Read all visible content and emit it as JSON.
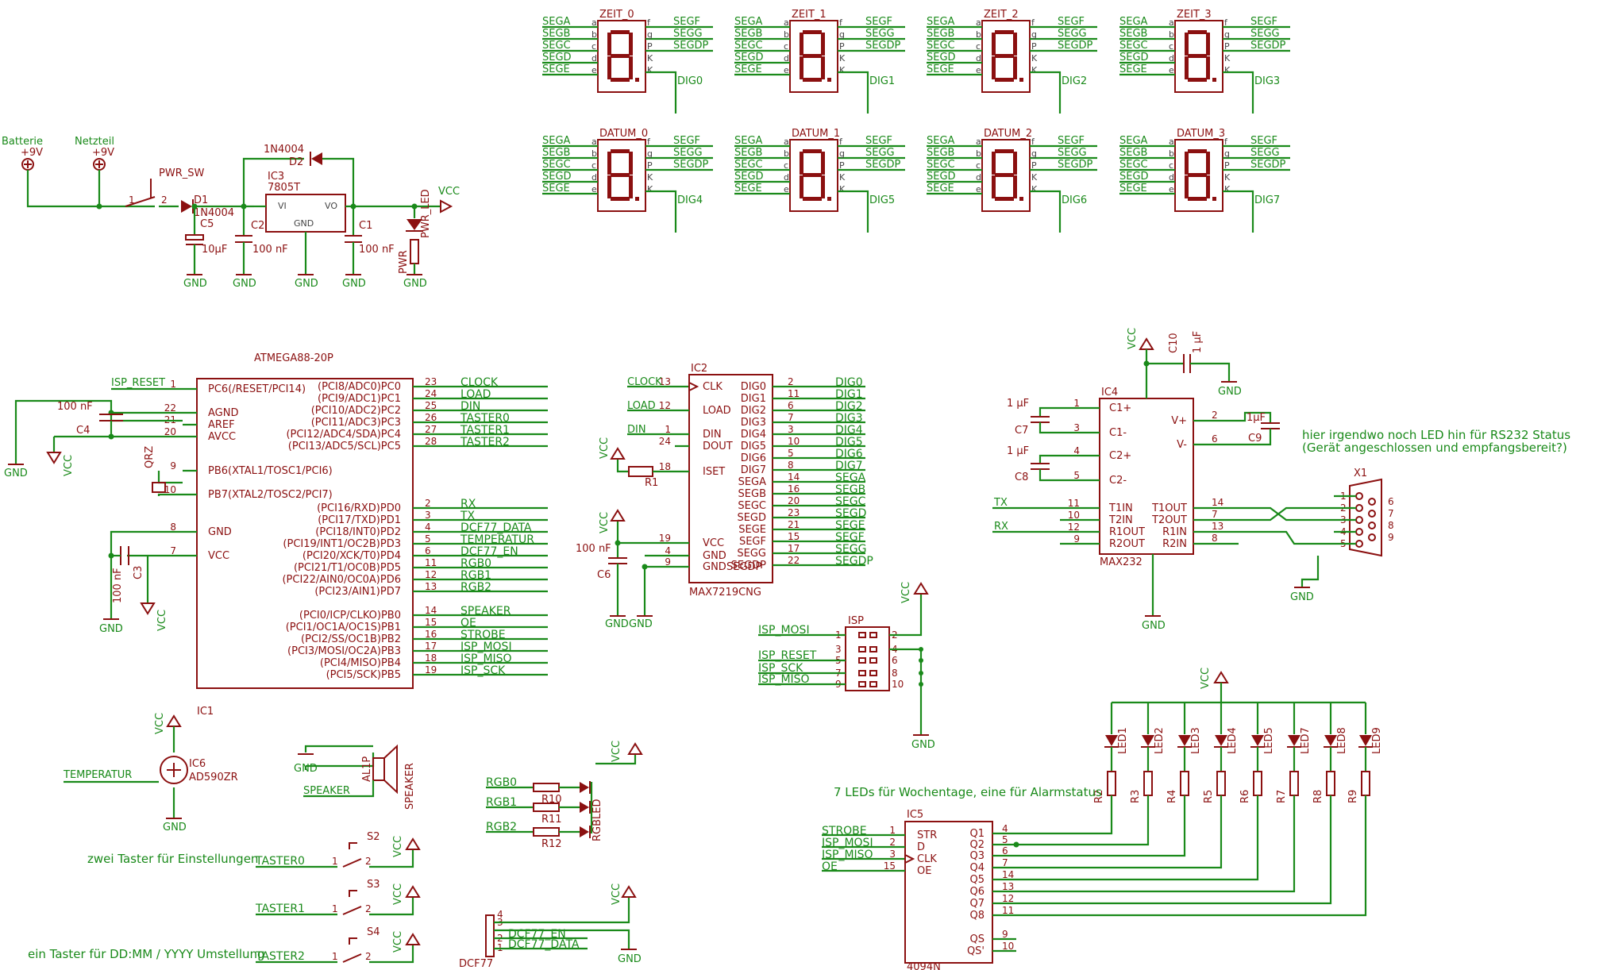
{
  "displays": {
    "segments_left": [
      "SEGA",
      "SEGB",
      "SEGC",
      "SEGD",
      "SEGE"
    ],
    "segments_right": [
      "SEGF",
      "SEGG",
      "SEGDP"
    ],
    "pins_left": [
      "a",
      "b",
      "c",
      "d",
      "e"
    ],
    "pins_right": [
      "f",
      "g",
      "P",
      "K",
      "K"
    ],
    "units": [
      {
        "name": "ZEIT_0",
        "dig": "DIG0"
      },
      {
        "name": "ZEIT_1",
        "dig": "DIG1"
      },
      {
        "name": "ZEIT_2",
        "dig": "DIG2"
      },
      {
        "name": "ZEIT_3",
        "dig": "DIG3"
      },
      {
        "name": "DATUM_0",
        "dig": "DIG4"
      },
      {
        "name": "DATUM_1",
        "dig": "DIG5"
      },
      {
        "name": "DATUM_2",
        "dig": "DIG6"
      },
      {
        "name": "DATUM_3",
        "dig": "DIG7"
      }
    ]
  },
  "power": {
    "batterie": "Batterie",
    "batterie_v": "+9V",
    "netzteil": "Netzteil",
    "netzteil_v": "+9V",
    "pwr_sw": "PWR_SW",
    "d1": "D1",
    "d1_type": "1N4004",
    "d2": "D2",
    "d2_type": "1N4004",
    "ic3": "IC3",
    "ic3_type": "7805T",
    "vi": "VI",
    "vo": "VO",
    "gnd_pin": "GND",
    "c5": "C5",
    "c5_val": "10µF",
    "c2": "C2",
    "c2_val": "100 nF",
    "c1": "C1",
    "c1_val": "100 nF",
    "pwr_led": "PWR_LED",
    "pwr": "PWR",
    "vcc": "VCC",
    "gnd": "GND"
  },
  "mcu": {
    "name": "ATMEGA88-20P",
    "ref": "IC1",
    "isp_reset": "ISP_RESET",
    "c4": "C4",
    "c4_val": "100 nF",
    "c3": "C3",
    "c3_val": "100 nF",
    "qrz": "QRZ",
    "left_pins": [
      {
        "num": "1",
        "label": "PC6(/RESET/PCI14)"
      },
      {
        "num": "22",
        "label": "AGND"
      },
      {
        "num": "21",
        "label": "AREF"
      },
      {
        "num": "20",
        "label": "AVCC"
      },
      {
        "num": "9",
        "label": "PB6(XTAL1/TOSC1/PCI6)"
      },
      {
        "num": "10",
        "label": "PB7(XTAL2/TOSC2/PCI7)"
      },
      {
        "num": "8",
        "label": "GND"
      },
      {
        "num": "7",
        "label": "VCC"
      }
    ],
    "right_pins": [
      {
        "num": "23",
        "label": "(PCI8/ADC0)PC0",
        "net": "CLOCK"
      },
      {
        "num": "24",
        "label": "(PCI9/ADC1)PC1",
        "net": "LOAD"
      },
      {
        "num": "25",
        "label": "(PCI10/ADC2)PC2",
        "net": "DIN"
      },
      {
        "num": "26",
        "label": "(PCI11/ADC3)PC3",
        "net": "TASTER0"
      },
      {
        "num": "27",
        "label": "(PCI12/ADC4/SDA)PC4",
        "net": "TASTER1"
      },
      {
        "num": "28",
        "label": "(PCI13/ADC5/SCL)PC5",
        "net": "TASTER2"
      },
      {
        "num": "2",
        "label": "(PCI16/RXD)PD0",
        "net": "RX"
      },
      {
        "num": "3",
        "label": "(PCI17/TXD)PD1",
        "net": "TX"
      },
      {
        "num": "4",
        "label": "(PCI18/INT0)PD2",
        "net": "DCF77_DATA"
      },
      {
        "num": "5",
        "label": "(PCI19/INT1/OC2B)PD3",
        "net": "TEMPERATUR"
      },
      {
        "num": "6",
        "label": "(PCI20/XCK/T0)PD4",
        "net": "DCF77_EN"
      },
      {
        "num": "11",
        "label": "(PCI21/T1/OC0B)PD5",
        "net": "RGB0"
      },
      {
        "num": "12",
        "label": "(PCI22/AIN0/OC0A)PD6",
        "net": "RGB1"
      },
      {
        "num": "13",
        "label": "(PCI23/AIN1)PD7",
        "net": "RGB2"
      },
      {
        "num": "14",
        "label": "(PCI0/ICP/CLKO)PB0",
        "net": "SPEAKER"
      },
      {
        "num": "15",
        "label": "(PCI1/OC1A/OC1S)PB1",
        "net": "OE"
      },
      {
        "num": "16",
        "label": "(PCI2/SS/OC1B)PB2",
        "net": "STROBE"
      },
      {
        "num": "17",
        "label": "(PCI3/MOSI/OC2A)PB3",
        "net": "ISP_MOSI"
      },
      {
        "num": "18",
        "label": "(PCI4/MISO)PB4",
        "net": "ISP_MISO"
      },
      {
        "num": "19",
        "label": "(PCI5/SCK)PB5",
        "net": "ISP_SCK"
      }
    ]
  },
  "max7219": {
    "name": "MAX7219CNG",
    "ref": "IC2",
    "r1": "R1",
    "c6": "C6",
    "c6_val": "100 nF",
    "left_pins": [
      {
        "num": "13",
        "label": "CLK",
        "net": "CLOCK"
      },
      {
        "num": "12",
        "label": "LOAD",
        "net": "LOAD"
      },
      {
        "num": "1",
        "label": "DIN",
        "net": "DIN"
      },
      {
        "num": "24",
        "label": "DOUT",
        "net": ""
      },
      {
        "num": "18",
        "label": "ISET",
        "net": ""
      },
      {
        "num": "19",
        "label": "VCC",
        "net": ""
      },
      {
        "num": "4",
        "label": "GND",
        "net": ""
      },
      {
        "num": "9",
        "label": "GND",
        "net": ""
      }
    ],
    "right_pins": [
      {
        "num": "2",
        "label": "DIG0"
      },
      {
        "num": "11",
        "label": "DIG1"
      },
      {
        "num": "6",
        "label": "DIG2"
      },
      {
        "num": "7",
        "label": "DIG3"
      },
      {
        "num": "3",
        "label": "DIG4"
      },
      {
        "num": "10",
        "label": "DIG5"
      },
      {
        "num": "5",
        "label": "DIG6"
      },
      {
        "num": "8",
        "label": "DIG7"
      },
      {
        "num": "14",
        "label": "SEGA"
      },
      {
        "num": "16",
        "label": "SEGB"
      },
      {
        "num": "20",
        "label": "SEGC"
      },
      {
        "num": "23",
        "label": "SEGD"
      },
      {
        "num": "21",
        "label": "SEGE"
      },
      {
        "num": "15",
        "label": "SEGF"
      },
      {
        "num": "17",
        "label": "SEGG"
      },
      {
        "num": "22",
        "label": "SEGDP"
      }
    ],
    "segdp_inner": "SEGDP"
  },
  "max232": {
    "name": "MAX232",
    "ref": "IC4",
    "c10": "C10",
    "c10_val": "1 µF",
    "c7": "C7",
    "c7_val": "1 µF",
    "c8": "C8",
    "c8_val": "1 µF",
    "c9": "C9",
    "c9_val": "1µF",
    "tx": "TX",
    "rx": "RX",
    "x1": "X1",
    "note1": "hier irgendwo noch LED hin für RS232 Status",
    "note2": "(Gerät angeschlossen und empfangsbereit?)",
    "left_pins": [
      {
        "num": "1",
        "label": "C1+"
      },
      {
        "num": "3",
        "label": "C1-"
      },
      {
        "num": "4",
        "label": "C2+"
      },
      {
        "num": "5",
        "label": "C2-"
      },
      {
        "num": "11",
        "label": "T1IN"
      },
      {
        "num": "10",
        "label": "T2IN"
      },
      {
        "num": "12",
        "label": "R1OUT"
      },
      {
        "num": "9",
        "label": "R2OUT"
      }
    ],
    "right_pins": [
      {
        "num": "2",
        "label": "V+"
      },
      {
        "num": "6",
        "label": "V-"
      },
      {
        "num": "14",
        "label": "T1OUT"
      },
      {
        "num": "7",
        "label": "T2OUT"
      },
      {
        "num": "13",
        "label": "R1IN"
      },
      {
        "num": "8",
        "label": "R2IN"
      }
    ],
    "db9_left": [
      "1",
      "2",
      "3",
      "4",
      "5"
    ],
    "db9_right": [
      "6",
      "7",
      "8",
      "9"
    ]
  },
  "isp": {
    "name": "ISP",
    "nets": [
      "ISP_MOSI",
      "ISP_RESET",
      "ISP_SCK",
      "ISP_MISO"
    ],
    "pins_left": [
      "1",
      "3",
      "5",
      "7",
      "9"
    ],
    "pins_right": [
      "2",
      "4",
      "6",
      "8",
      "10"
    ]
  },
  "leds": {
    "names": [
      "LED1",
      "LED2",
      "LED3",
      "LED4",
      "LED5",
      "LED7",
      "LED8",
      "LED9"
    ],
    "resistors": [
      "R2",
      "R3",
      "R4",
      "R5",
      "R6",
      "R7",
      "R8",
      "R9"
    ],
    "note": "7 LEDs für Wochentage, eine für Alarmstatus"
  },
  "shift": {
    "name": "4094N",
    "ref": "IC5",
    "left_pins": [
      {
        "num": "1",
        "label": "STR",
        "net": "STROBE"
      },
      {
        "num": "2",
        "label": "D",
        "net": "ISP_MOSI"
      },
      {
        "num": "3",
        "label": "CLK",
        "net": "ISP_MISO"
      },
      {
        "num": "15",
        "label": "OE",
        "net": "OE"
      }
    ],
    "right_pins": [
      {
        "num": "4",
        "label": "Q1"
      },
      {
        "num": "5",
        "label": "Q2"
      },
      {
        "num": "6",
        "label": "Q3"
      },
      {
        "num": "7",
        "label": "Q4"
      },
      {
        "num": "14",
        "label": "Q5"
      },
      {
        "num": "13",
        "label": "Q6"
      },
      {
        "num": "12",
        "label": "Q7"
      },
      {
        "num": "11",
        "label": "Q8"
      },
      {
        "num": "9",
        "label": "QS"
      },
      {
        "num": "10",
        "label": "QS'"
      }
    ]
  },
  "sensor": {
    "ref": "IC6",
    "type": "AD590ZR",
    "net": "TEMPERATUR"
  },
  "speaker": {
    "ref": "AL1P",
    "label": "SPEAKER",
    "net": "SPEAKER"
  },
  "rgb": {
    "nets": [
      "RGB0",
      "RGB1",
      "RGB2"
    ],
    "resistors": [
      "R10",
      "R11",
      "R12"
    ],
    "led": "RGBLED"
  },
  "buttons": {
    "note_settings": "zwei Taster für Einstellungen",
    "note_toggle": "ein Taster für DD:MM / YYYY Umstellung",
    "items": [
      {
        "ref": "S2",
        "net": "TASTER0"
      },
      {
        "ref": "S3",
        "net": "TASTER1"
      },
      {
        "ref": "S4",
        "net": "TASTER2"
      }
    ]
  },
  "dcf": {
    "ref": "DCF77",
    "nets": [
      "DCF77_EN",
      "DCF77_DATA"
    ],
    "pins": [
      "4",
      "3",
      "2",
      "1"
    ]
  }
}
